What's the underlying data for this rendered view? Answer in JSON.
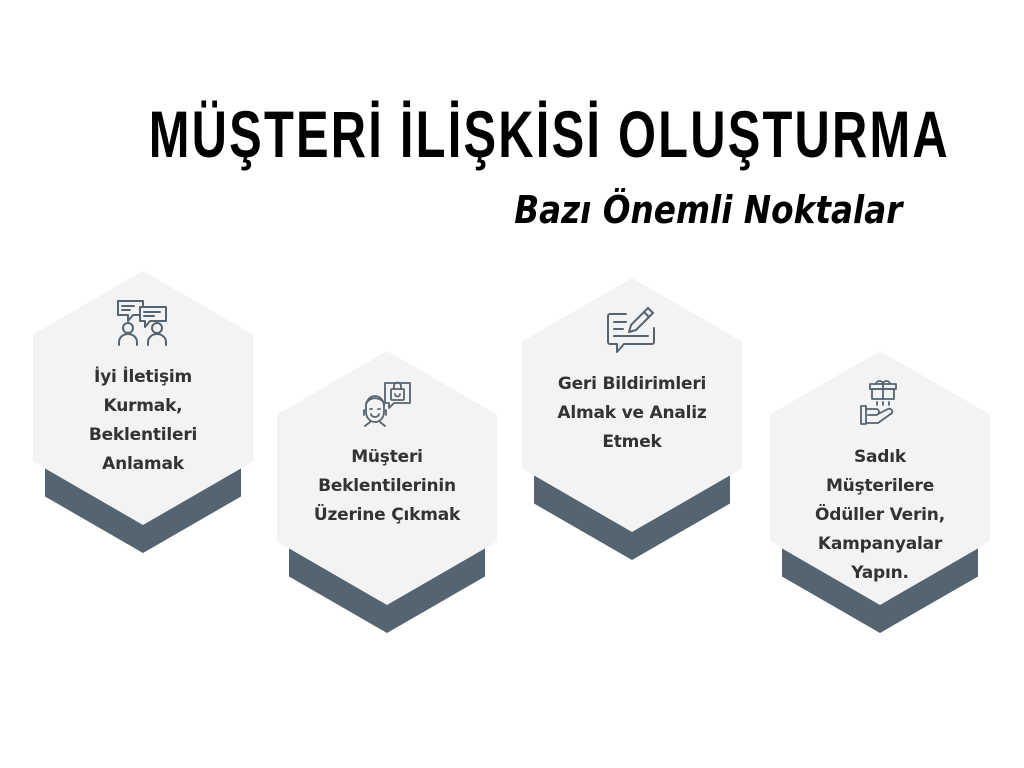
{
  "header": {
    "title": "MÜŞTERİ İLİŞKİSİ OLUŞTURMA",
    "subtitle": "Bazı Önemli Noktalar"
  },
  "colors": {
    "background": "#ffffff",
    "hexagon_fill": "#f3f3f3",
    "hexagon_shadow": "#546470",
    "icon_stroke": "#546470",
    "card_text": "#333333",
    "title_text": "#000000"
  },
  "cards": [
    {
      "icon": "conversation-people-icon",
      "lines": [
        "İyi İletişim",
        "Kurmak,",
        "Beklentileri",
        "Anlamak"
      ]
    },
    {
      "icon": "customer-shopping-bag-icon",
      "lines": [
        "Müşteri",
        "Beklentilerinin",
        "Üzerine Çıkmak"
      ]
    },
    {
      "icon": "feedback-edit-icon",
      "lines": [
        "Geri Bildirimleri",
        "Almak ve Analiz",
        "Etmek"
      ]
    },
    {
      "icon": "gift-hand-icon",
      "lines": [
        "Sadık",
        "Müşterilere",
        "Ödüller Verin,",
        "Kampanyalar",
        "Yapın."
      ]
    }
  ]
}
